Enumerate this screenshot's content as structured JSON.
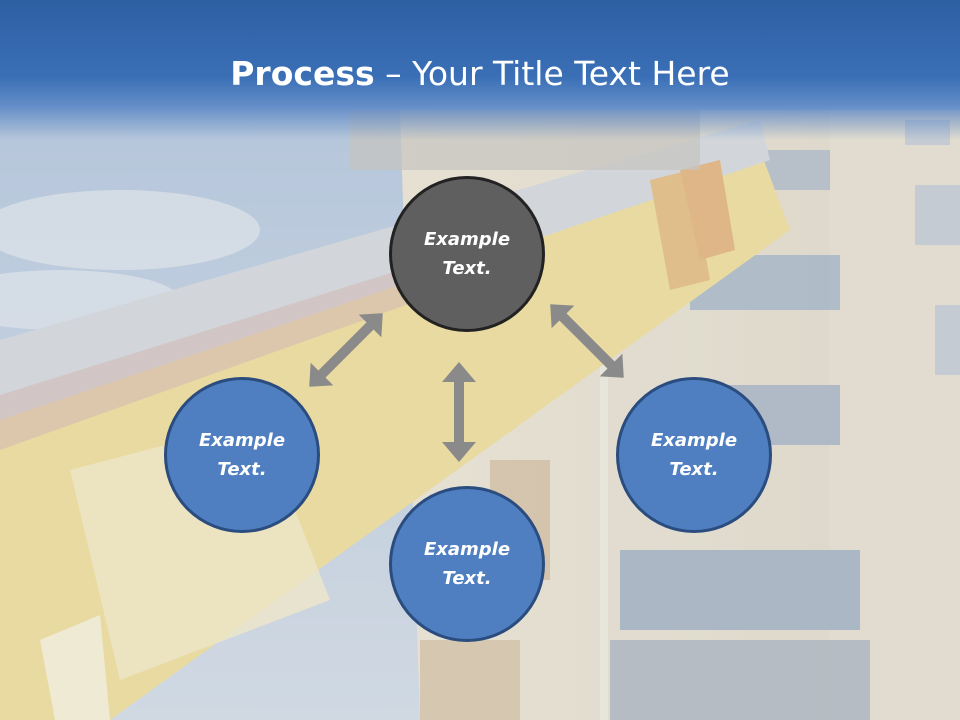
{
  "slide": {
    "title_bold": "Process",
    "title_dash": " – ",
    "title_rest": "Your Title Text Here"
  },
  "nodes": {
    "top": "Example Text.",
    "left": "Example Text.",
    "right": "Example Text.",
    "bottom": "Example Text."
  },
  "colors": {
    "banner": "#2d5fa3",
    "node_blue": "#4f7fc0",
    "node_blue_border": "#2a4c7e",
    "node_gray": "#5f5f5f",
    "node_gray_border": "#222222",
    "arrow": "#8a8a8a",
    "background_photo": "faded crane and apartment building"
  },
  "icons": {
    "arrows": "double-headed-arrow-icon"
  }
}
